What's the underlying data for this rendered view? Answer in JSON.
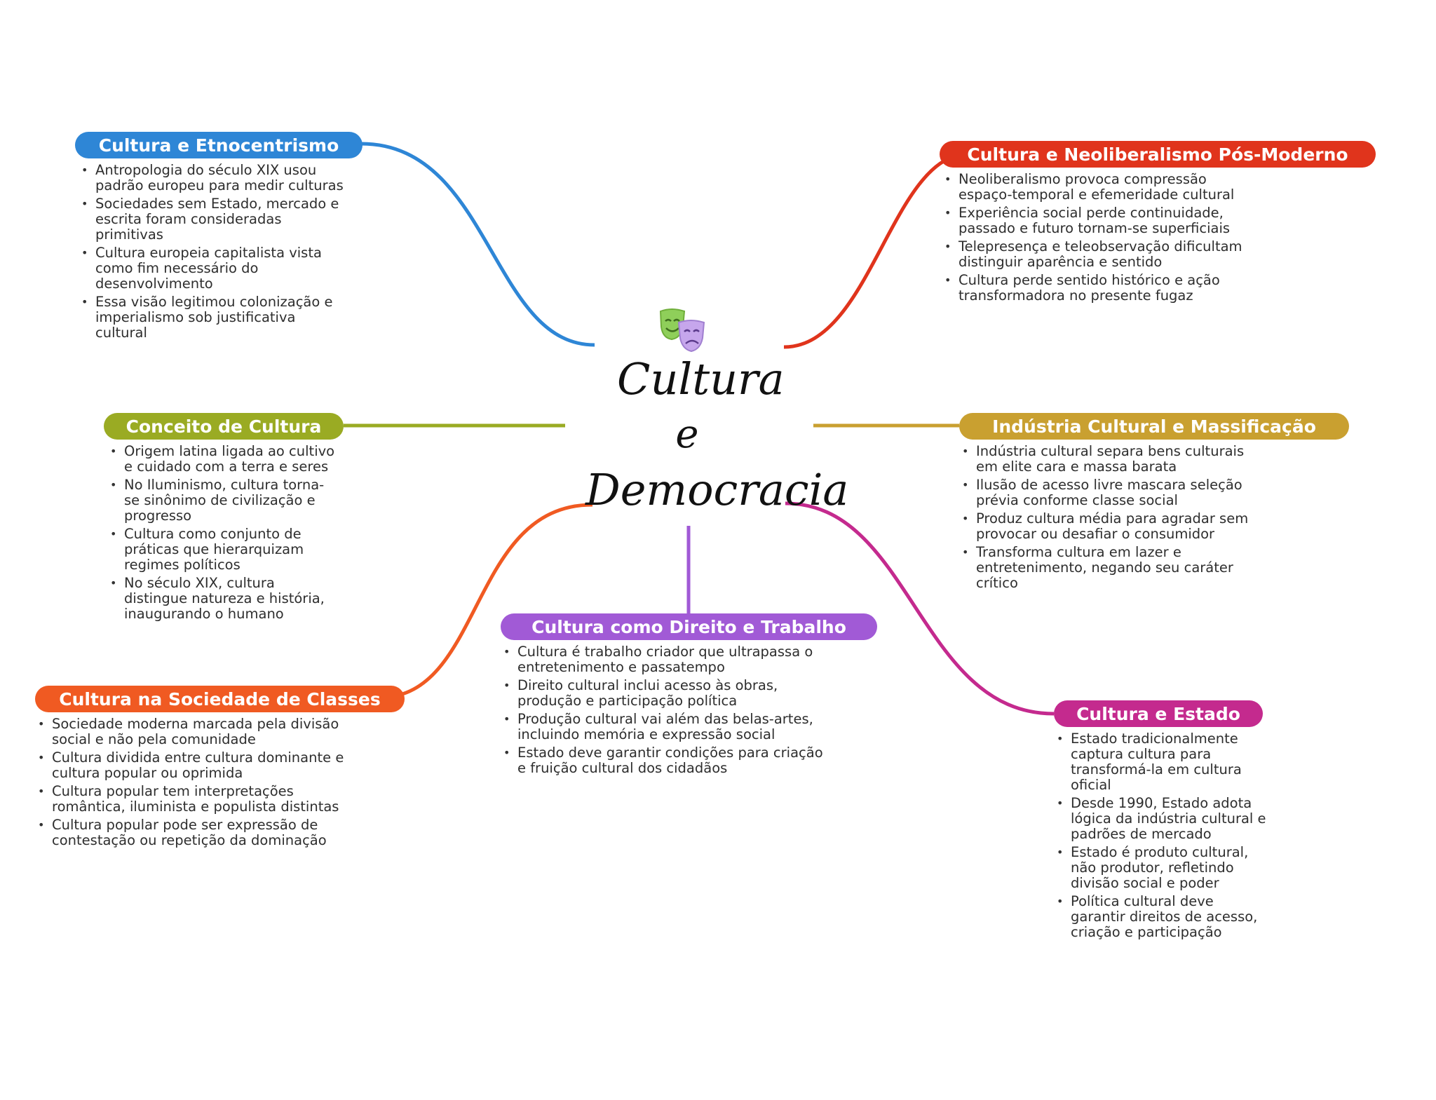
{
  "center": {
    "line1": "Cultura",
    "line2": "e",
    "line3": "Democracia",
    "icon": "theater-masks-icon"
  },
  "branches": [
    {
      "id": "etnocentrismo",
      "title": "Cultura e Etnocentrismo",
      "color": "#2e86d6",
      "items": [
        "Antropologia do século XIX usou padrão europeu para medir culturas",
        "Sociedades sem Estado, mercado e escrita foram consideradas primitivas",
        "Cultura europeia capitalista vista como fim necessário do desenvolvimento",
        "Essa visão legitimou colonização e imperialismo sob justificativa cultural"
      ]
    },
    {
      "id": "neoliberalismo",
      "title": "Cultura e Neoliberalismo Pós-Moderno",
      "color": "#e0341c",
      "items": [
        "Neoliberalismo provoca compressão espaço-temporal e efemeridade cultural",
        "Experiência social perde continuidade, passado e futuro tornam-se superficiais",
        "Telepresença e teleobservação dificultam distinguir aparência e sentido",
        "Cultura perde sentido histórico e ação transformadora no presente fugaz"
      ]
    },
    {
      "id": "conceito",
      "title": "Conceito de Cultura",
      "color": "#9aab23",
      "items": [
        "Origem latina ligada ao cultivo e cuidado com a terra e seres",
        "No Iluminismo, cultura torna-se sinônimo de civilização e progresso",
        "Cultura como conjunto de práticas que hierarquizam regimes políticos",
        "No século XIX, cultura distingue natureza e história, inaugurando o humano"
      ]
    },
    {
      "id": "industria",
      "title": "Indústria Cultural e Massificação",
      "color": "#c9a030",
      "items": [
        "Indústria cultural separa bens culturais em elite cara e massa barata",
        "Ilusão de acesso livre mascara seleção prévia conforme classe social",
        "Produz cultura média para agradar sem provocar ou desafiar o consumidor",
        "Transforma cultura em lazer e entretenimento, negando seu caráter crítico"
      ]
    },
    {
      "id": "classes",
      "title": "Cultura na Sociedade de Classes",
      "color": "#f05a22",
      "items": [
        "Sociedade moderna marcada pela divisão social e não pela comunidade",
        "Cultura dividida entre cultura dominante e cultura popular ou oprimida",
        "Cultura popular tem interpretações romântica, iluminista e populista distintas",
        "Cultura popular pode ser expressão de contestação ou repetição da dominação"
      ]
    },
    {
      "id": "direito",
      "title": "Cultura como Direito e Trabalho",
      "color": "#a15ad6",
      "items": [
        "Cultura é trabalho criador que ultrapassa o entretenimento e passatempo",
        "Direito cultural inclui acesso às obras, produção e participação política",
        "Produção cultural vai além das belas-artes, incluindo memória e expressão social",
        "Estado deve garantir condições para criação e fruição cultural dos cidadãos"
      ]
    },
    {
      "id": "estado",
      "title": "Cultura e Estado",
      "color": "#c42a8e",
      "items": [
        "Estado tradicionalmente captura cultura para transformá-la em cultura oficial",
        "Desde 1990, Estado adota lógica da indústria cultural e padrões de mercado",
        "Estado é produto cultural, não produtor, refletindo divisão social e poder",
        "Política cultural deve garantir direitos de acesso, criação e participação"
      ]
    }
  ]
}
